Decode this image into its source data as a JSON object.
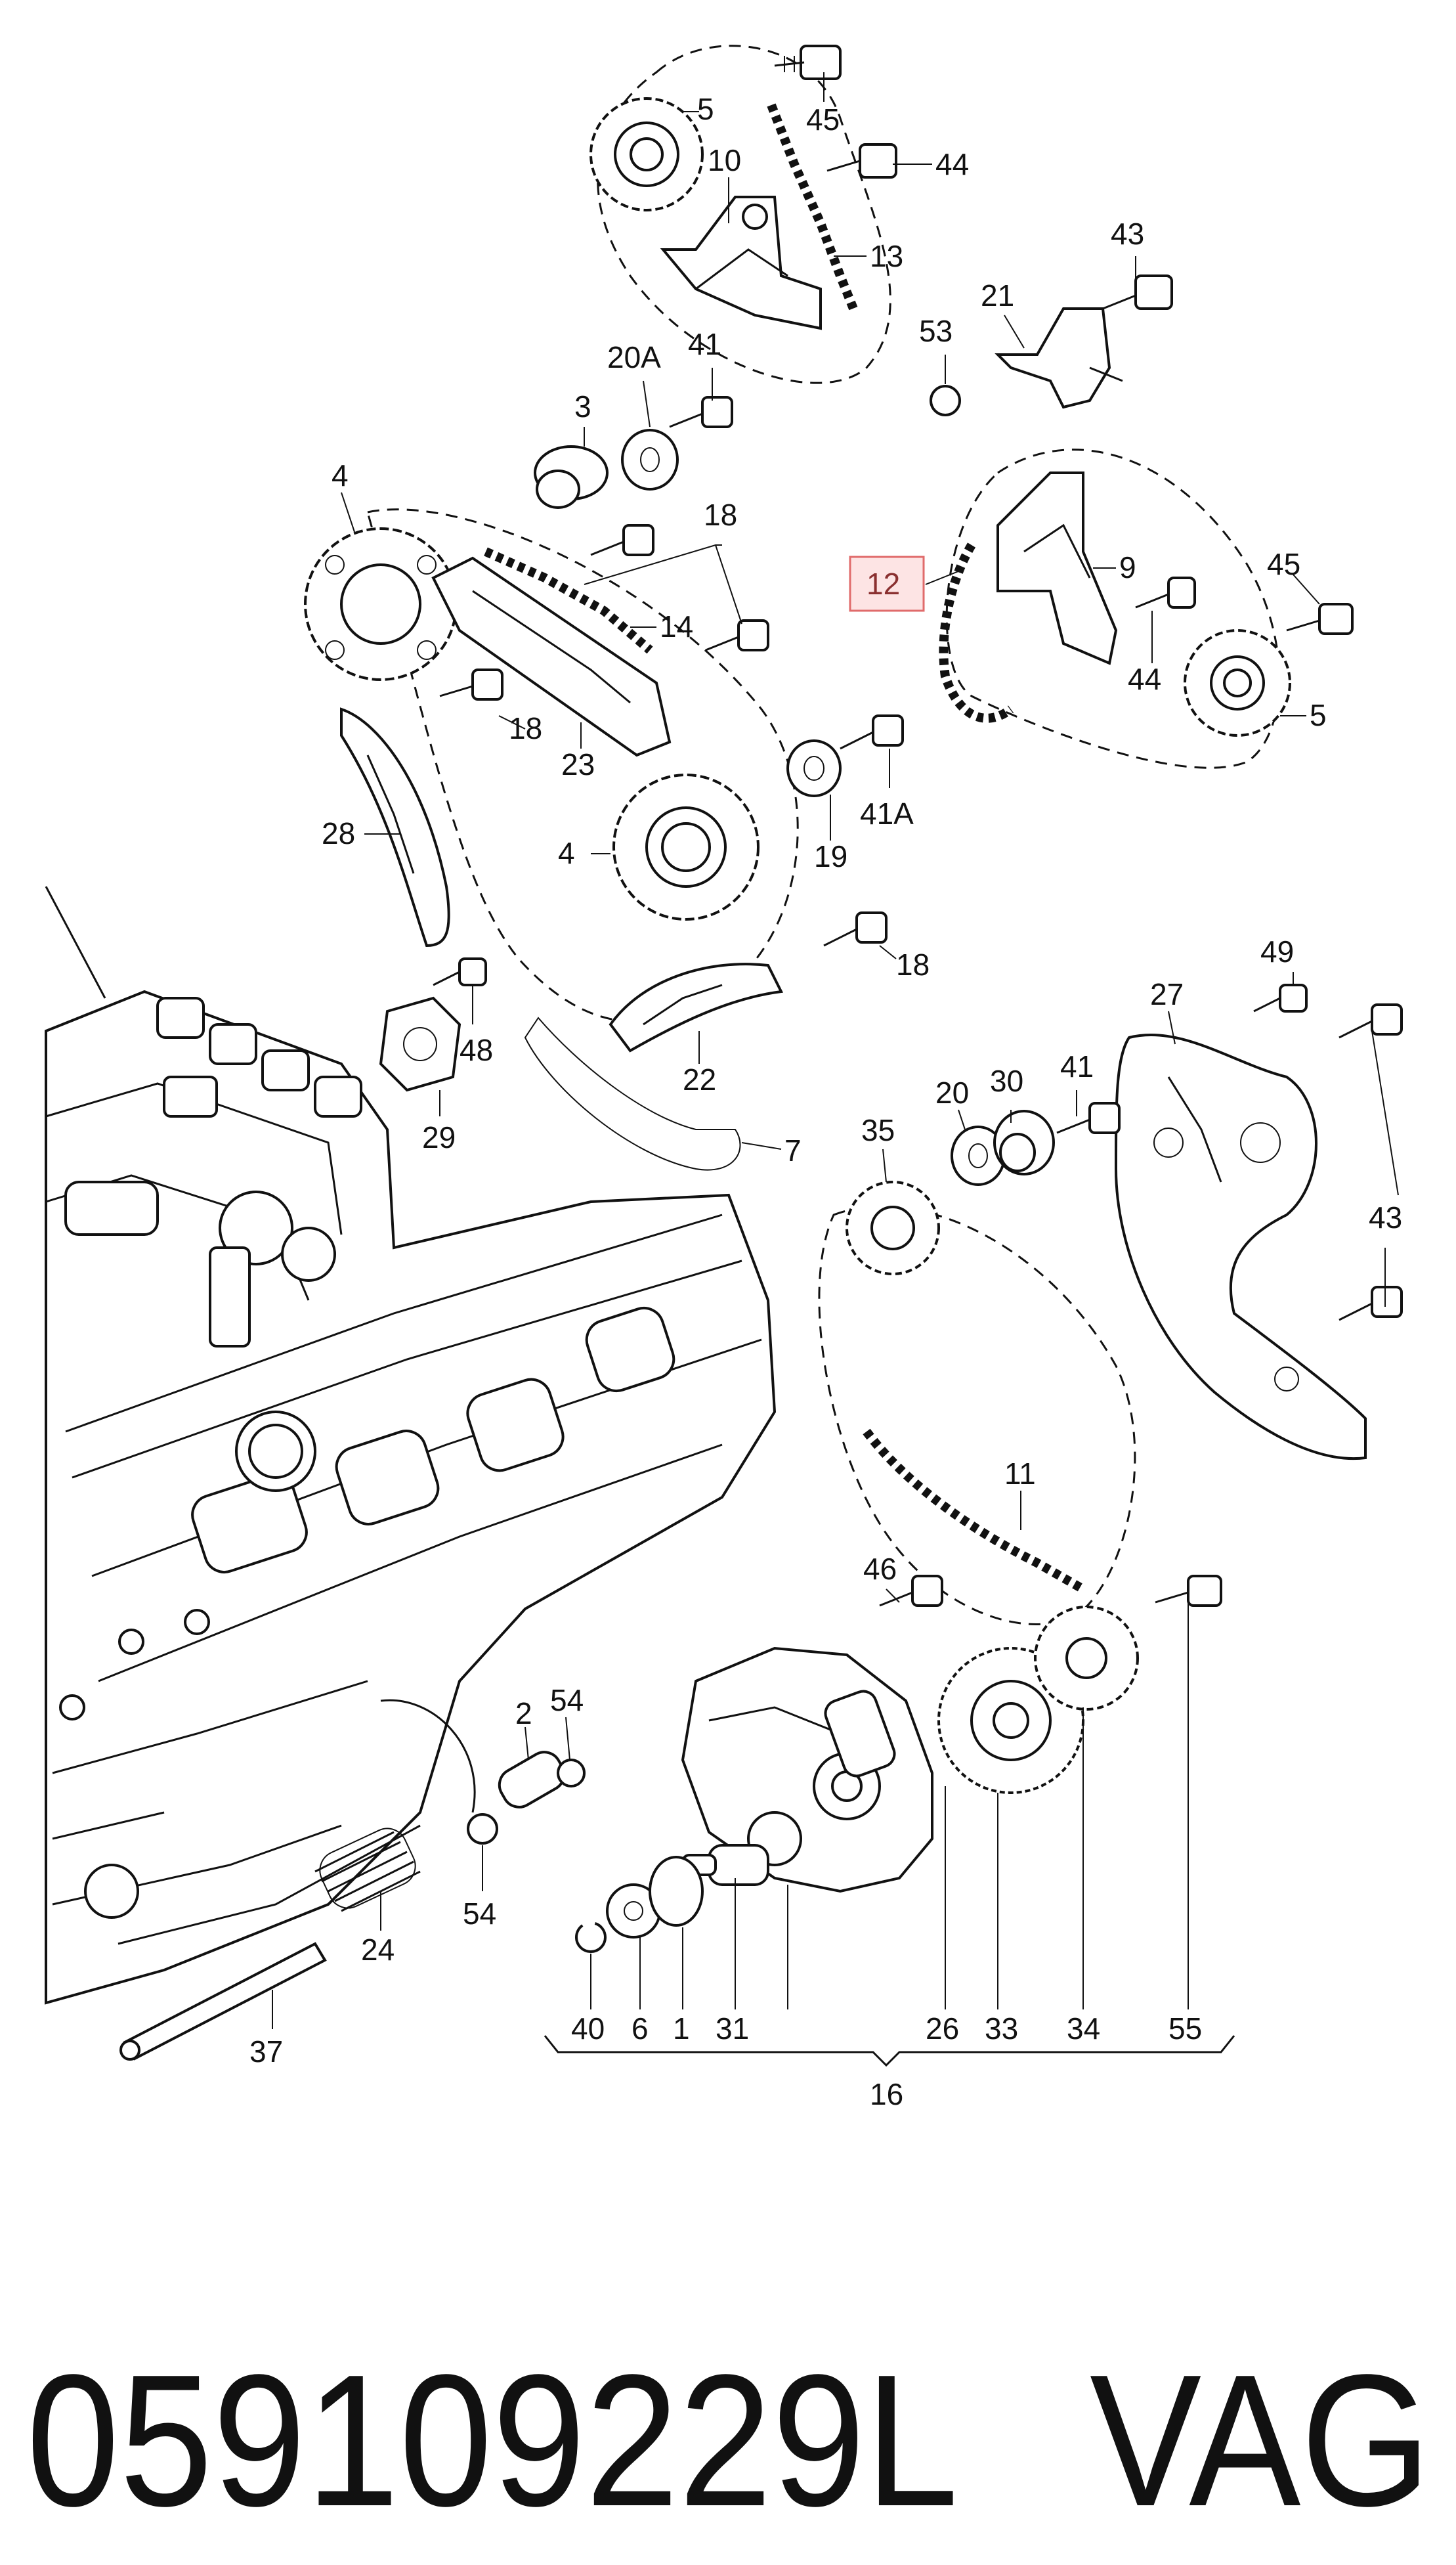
{
  "diagram": {
    "callouts": {
      "c5_top": "5",
      "c45_top": "45",
      "c44_top": "44",
      "c10": "10",
      "c13": "13",
      "c43_top": "43",
      "c21": "21",
      "c53": "53",
      "c20A": "20A",
      "c41_top": "41",
      "c3": "3",
      "c4_top": "4",
      "c18_a": "18",
      "c14": "14",
      "c12": "12",
      "c9": "9",
      "c45_right": "45",
      "c44_right": "44",
      "c5_right": "5",
      "c18_b": "18",
      "c23": "23",
      "c28": "28",
      "c4_mid": "4",
      "c19": "19",
      "c41A": "41A",
      "c18_c": "18",
      "c22": "22",
      "c48": "48",
      "c29": "29",
      "c7": "7",
      "c49": "49",
      "c27": "27",
      "c41_mid": "41",
      "c30": "30",
      "c20": "20",
      "c35": "35",
      "c43_right": "43",
      "c11": "11",
      "c46": "46",
      "c54_top": "54",
      "c2": "2",
      "c54_bot": "54",
      "c24": "24",
      "c37": "37",
      "c40": "40",
      "c6": "6",
      "c1": "1",
      "c31": "31",
      "c26": "26",
      "c33": "33",
      "c34": "34",
      "c55": "55",
      "c16": "16"
    }
  },
  "footer": {
    "part_number": "059109229L",
    "brand": "VAG"
  },
  "colors": {
    "highlight_fill": "#fde4e4",
    "highlight_stroke": "#e06b6b",
    "ink": "#111111"
  }
}
